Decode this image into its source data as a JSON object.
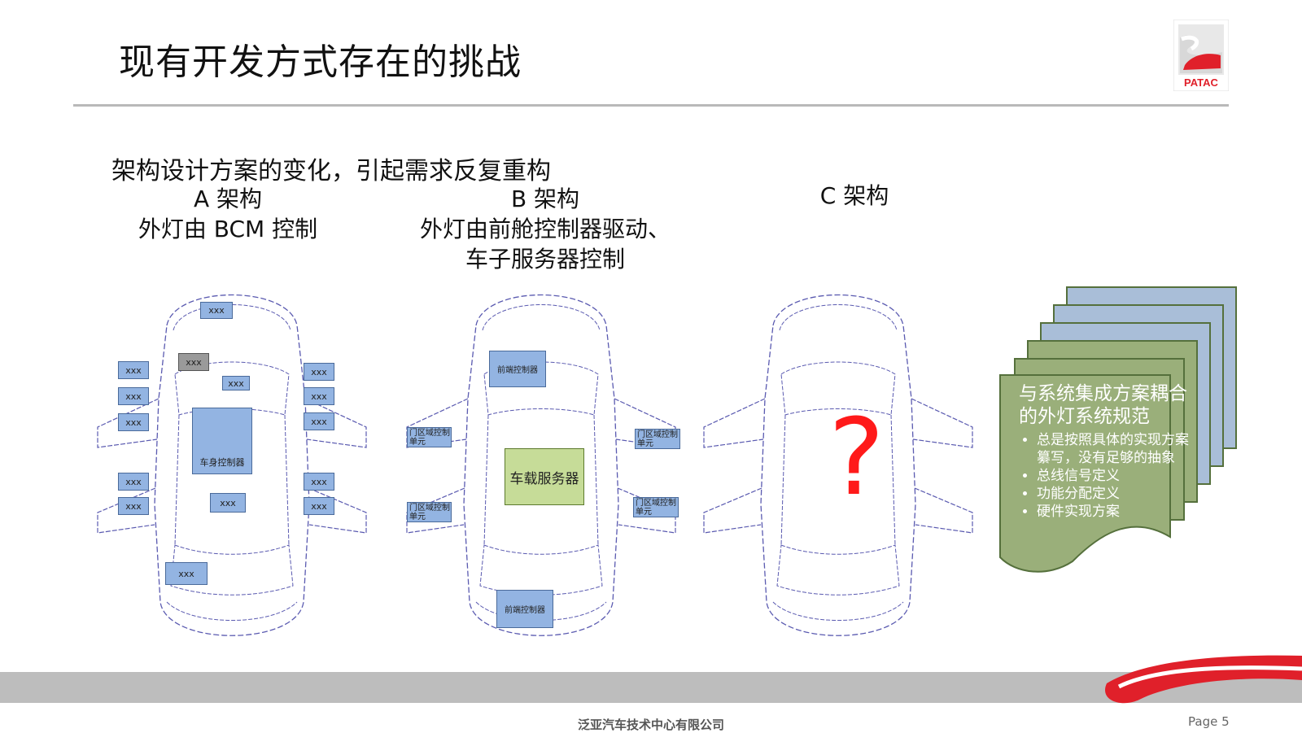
{
  "title": "现有开发方式存在的挑战",
  "subtitle": "架构设计方案的变化，引起需求反复重构",
  "logo": {
    "text": "PATAC"
  },
  "arch_a": {
    "line1": "A 架构",
    "line2": "外灯由 BCM  控制",
    "ecus": [
      "xxx",
      "xxx",
      "xxx",
      "xxx",
      "xxx",
      "xxx",
      "xxx",
      "xxx",
      "xxx",
      "xxx",
      "xxx",
      "xxx",
      "xxx",
      "xxx"
    ],
    "bcm_label": "车身控制器"
  },
  "arch_b": {
    "line1": "B 架构",
    "line2": "外灯由前舱控制器驱动、",
    "line3": "车子服务器控制",
    "front_ctrl": "前端控制器",
    "rear_ctrl": "前端控制器",
    "server": "车载服务器",
    "door_fl": "门区域控制单元",
    "door_fr": "门区域控制单元",
    "door_rl": "门区域控制单元",
    "door_rr": "门区域控制单元"
  },
  "arch_c": {
    "line1": "C 架构",
    "question": "?"
  },
  "spec_doc": {
    "heading": "与系统集成方案耦合的外灯系统规范",
    "bullets": [
      "总是按照具体的实现方案纂写，没有足够的抽象",
      "总线信号定义",
      "功能分配定义",
      "硬件实现方案"
    ]
  },
  "footer": {
    "company": "泛亚汽车技术中心有限公司",
    "page": "Page  5"
  },
  "colors": {
    "ecu_blue": "#93b4e2",
    "server_green": "#c6dc98",
    "spec_green": "#9aaf7a",
    "stack_blue": "#a9bed8",
    "question_red": "#ff1a1a",
    "logo_red": "#e0202a"
  }
}
